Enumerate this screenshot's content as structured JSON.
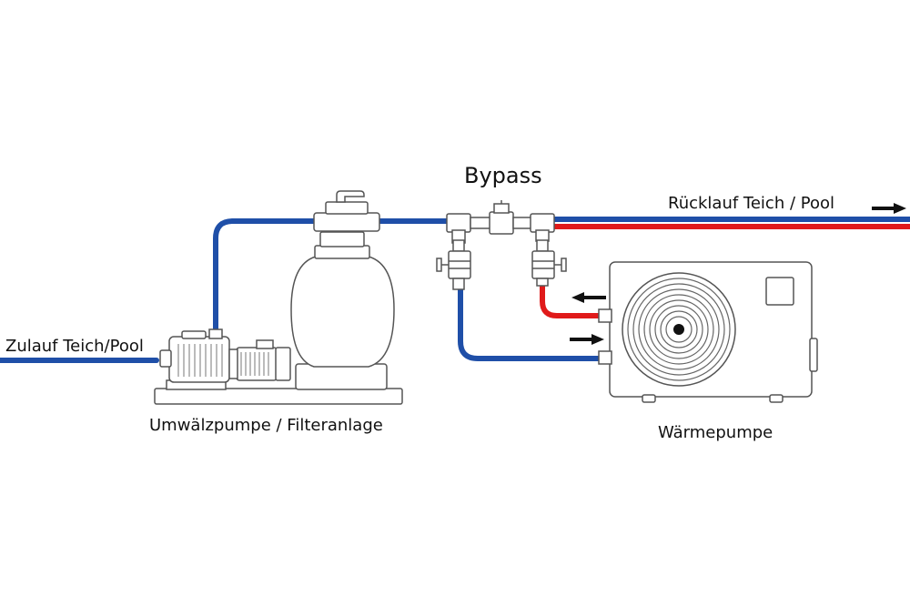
{
  "labels": {
    "bypass": "Bypass",
    "return": "Rücklauf Teich / Pool",
    "inlet": "Zulauf Teich/Pool",
    "pump_filter": "Umwälzpumpe / Filteranlage",
    "heat_pump": "Wärmepumpe"
  },
  "colors": {
    "cold_pipe": "#1f4fa8",
    "hot_pipe": "#e01a1a",
    "outline": "#555555",
    "arrow": "#111111"
  },
  "icons": {
    "flow_out": "arrow-right-icon",
    "flow_to_pump": "arrow-left-icon",
    "flow_from_pump": "arrow-right-icon"
  }
}
